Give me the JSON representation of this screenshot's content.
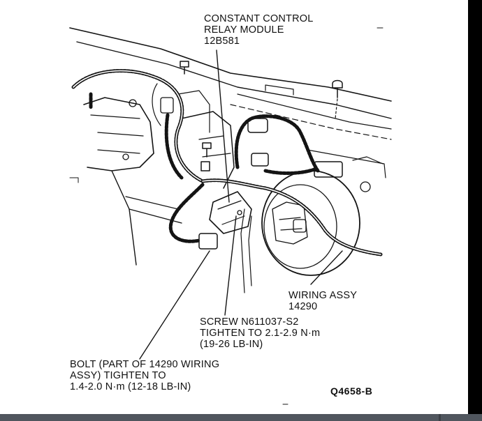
{
  "labels": {
    "relay_module": [
      "CONSTANT CONTROL",
      "RELAY MODULE",
      "12B581"
    ],
    "wiring_assy": [
      "WIRING ASSY",
      "14290"
    ],
    "screw": [
      "SCREW N611037-S2",
      "TIGHTEN TO 2.1-2.9 N·m",
      "(19-26 LB-IN)"
    ],
    "bolt": [
      "BOLT (PART OF 14290 WIRING",
      "ASSY) TIGHTEN TO",
      "1.4-2.0 N·m (12-18 LB-IN)"
    ],
    "figure_code": "Q4658-B"
  },
  "colors": {
    "ink": "#141414",
    "background": "#ffffff",
    "frame_right": "#000000",
    "frame_bottom": "#50565e"
  }
}
